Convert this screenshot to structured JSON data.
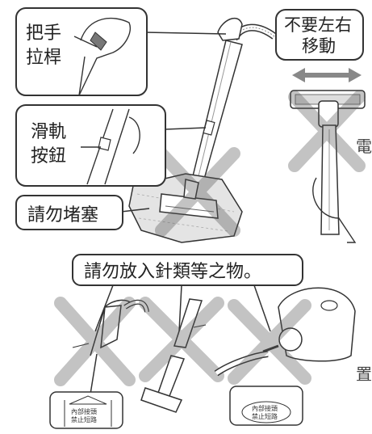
{
  "callouts": {
    "handle": [
      "把手",
      "拉桿"
    ],
    "slide_button": [
      "滑軌",
      "按鈕"
    ],
    "no_block": "請勿堵塞",
    "no_side_move": [
      "不要左右",
      "移動"
    ],
    "no_needles": "請勿放入針類等之物。"
  },
  "side_text": {
    "top": "電",
    "bottom": "置"
  },
  "labels": {
    "left_plug": [
      "內部接頭",
      "禁止短路"
    ],
    "right_plug": [
      "內部接頭",
      "禁止短路"
    ]
  }
}
